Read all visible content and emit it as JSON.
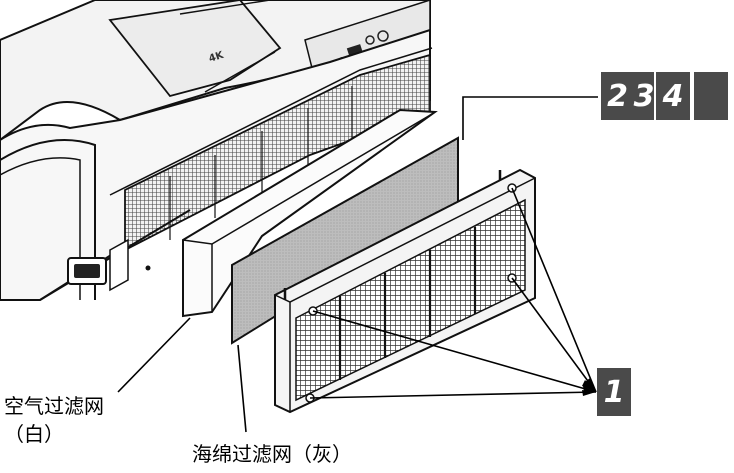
{
  "callouts": {
    "steps_group": [
      "2",
      "3",
      "4",
      ""
    ],
    "screws": "1"
  },
  "labels": {
    "air_filter": "空气过滤网",
    "air_filter_color": "（白）",
    "sponge_filter": "海绵过滤网（灰）"
  },
  "projector": {
    "badge": "4K"
  },
  "colors": {
    "callout_bg": "#4a4a4a",
    "line": "#000000",
    "sponge": "#b8b8b8",
    "mesh": "#333333"
  }
}
